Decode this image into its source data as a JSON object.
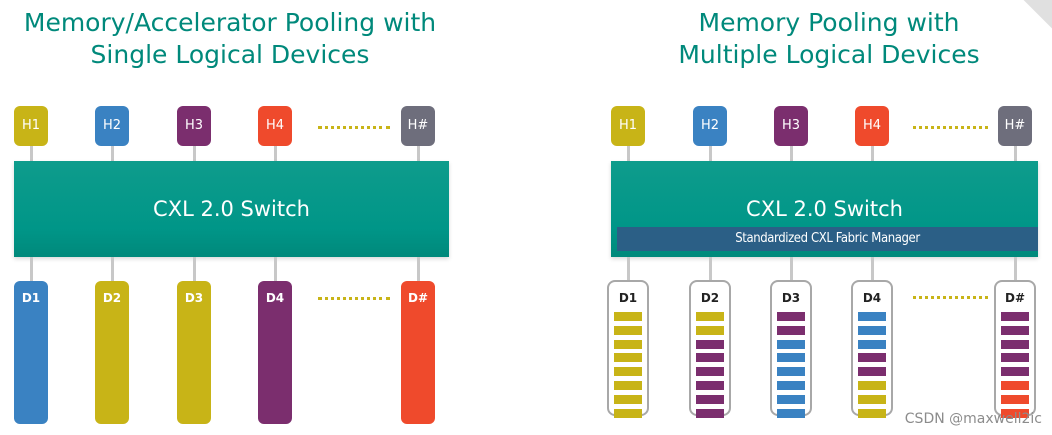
{
  "colors": {
    "teal": "#009688",
    "fabric_blue": "#2b5f86",
    "olive": "#c8b417",
    "blue": "#3a82c2",
    "purple": "#7b2e6e",
    "red": "#ef4a2c",
    "gray": "#6e6e7c"
  },
  "left": {
    "title_line1": "Memory/Accelerator Pooling with",
    "title_line2": "Single Logical Devices",
    "hosts": [
      {
        "label": "H1",
        "color": "#c8b417"
      },
      {
        "label": "H2",
        "color": "#3a82c2"
      },
      {
        "label": "H3",
        "color": "#7b2e6e"
      },
      {
        "label": "H4",
        "color": "#ef4a2c"
      },
      {
        "label": "H#",
        "color": "#6e6e7c"
      }
    ],
    "switch_label": "CXL 2.0 Switch",
    "devices": [
      {
        "label": "D1",
        "color": "#3a82c2"
      },
      {
        "label": "D2",
        "color": "#c8b417"
      },
      {
        "label": "D3",
        "color": "#c8b417"
      },
      {
        "label": "D4",
        "color": "#7b2e6e"
      },
      {
        "label": "D#",
        "color": "#ef4a2c"
      }
    ]
  },
  "right": {
    "title_line1": "Memory Pooling with",
    "title_line2": "Multiple Logical Devices",
    "hosts": [
      {
        "label": "H1",
        "color": "#c8b417"
      },
      {
        "label": "H2",
        "color": "#3a82c2"
      },
      {
        "label": "H3",
        "color": "#7b2e6e"
      },
      {
        "label": "H4",
        "color": "#ef4a2c"
      },
      {
        "label": "H#",
        "color": "#6e6e7c"
      }
    ],
    "switch_label": "CXL 2.0 Switch",
    "fabric_label": "Standardized CXL Fabric Manager",
    "devices": [
      {
        "label": "D1",
        "stripes": [
          "#c8b417",
          "#c8b417",
          "#c8b417",
          "#c8b417",
          "#c8b417",
          "#c8b417",
          "#c8b417",
          "#c8b417"
        ]
      },
      {
        "label": "D2",
        "stripes": [
          "#c8b417",
          "#c8b417",
          "#7b2e6e",
          "#7b2e6e",
          "#7b2e6e",
          "#7b2e6e",
          "#7b2e6e",
          "#7b2e6e"
        ]
      },
      {
        "label": "D3",
        "stripes": [
          "#7b2e6e",
          "#7b2e6e",
          "#3a82c2",
          "#3a82c2",
          "#3a82c2",
          "#3a82c2",
          "#3a82c2",
          "#3a82c2"
        ]
      },
      {
        "label": "D4",
        "stripes": [
          "#3a82c2",
          "#3a82c2",
          "#3a82c2",
          "#7b2e6e",
          "#7b2e6e",
          "#c8b417",
          "#c8b417",
          "#c8b417"
        ]
      },
      {
        "label": "D#",
        "stripes": [
          "#7b2e6e",
          "#7b2e6e",
          "#7b2e6e",
          "#7b2e6e",
          "#7b2e6e",
          "#ef4a2c",
          "#ef4a2c",
          "#ef4a2c"
        ]
      }
    ]
  },
  "watermark": "CSDN @maxwell2ic"
}
